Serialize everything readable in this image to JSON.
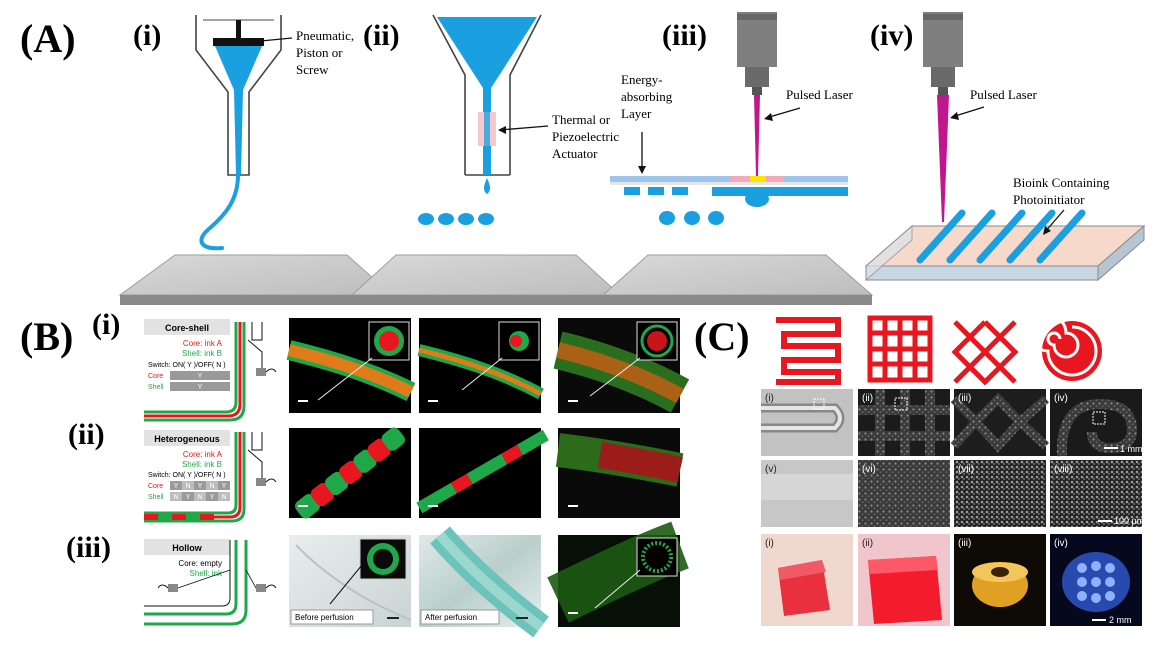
{
  "panelA": {
    "label": "(A)",
    "sub_i": {
      "label": "(i)",
      "annotation_lines": [
        "Pneumatic,",
        "Piston or",
        "Screw"
      ]
    },
    "sub_ii": {
      "label": "(ii)",
      "annotation_lines": [
        "Thermal or",
        "Piezoelectric",
        "Actuator"
      ]
    },
    "sub_iii": {
      "label": "(iii)",
      "annotation_left_lines": [
        "Energy-",
        "absorbing",
        "Layer"
      ],
      "annotation_right": "Pulsed Laser"
    },
    "sub_iv": {
      "label": "(iv)",
      "annotation_top": "Pulsed Laser",
      "annotation_lines": [
        "Bioink Containing",
        "Photoinitiator"
      ]
    }
  },
  "panelB": {
    "label": "(B)",
    "rows": [
      {
        "label": "(i)",
        "title": "Core-shell",
        "core_text": "Core: ink A",
        "shell_text": "Shell: ink B",
        "switch_text": "Switch: ON( Y )/OFF( N )",
        "core_row": "Core",
        "shell_row": "Shell",
        "core_cells": [
          "Y"
        ],
        "shell_cells": [
          "Y"
        ]
      },
      {
        "label": "(ii)",
        "title": "Heterogeneous",
        "core_text": "Core: ink A",
        "shell_text": "Shell: ink B",
        "switch_text": "Switch: ON( Y )/OFF( N )",
        "core_row": "Core",
        "shell_row": "Shell",
        "core_cells": [
          "Y",
          "N",
          "Y",
          "N",
          "Y"
        ],
        "shell_cells": [
          "N",
          "Y",
          "N",
          "Y",
          "N"
        ]
      },
      {
        "label": "(iii)",
        "title": "Hollow",
        "core_text": "Core: empty",
        "shell_text": "Shell: ink"
      }
    ],
    "image_captions": [
      "Before perfusion",
      "After perfusion"
    ]
  },
  "panelC": {
    "label": "(C)",
    "patterns": [
      "serpentine-icon",
      "grid-icon",
      "lattice-icon",
      "spiral-icon"
    ],
    "row1_labels": [
      "(i)",
      "(ii)",
      "(iii)",
      "(iv)"
    ],
    "row2_labels": [
      "(v)",
      "(vi)",
      "(vii)",
      "(viii)"
    ],
    "row3_labels": [
      "(i)",
      "(ii)",
      "(iii)",
      "(iv)"
    ],
    "scale_row1": "1 mm",
    "scale_row2": "100 µm",
    "scale_row3": "2 mm"
  },
  "colors": {
    "bioink": "#1a9fe0",
    "laser": "#c2168f",
    "stage": "#c8c8c8",
    "red": "#e8161e",
    "green": "#1fa849",
    "pink_film": "#f3c8cf",
    "yellow": "#ffe400"
  }
}
